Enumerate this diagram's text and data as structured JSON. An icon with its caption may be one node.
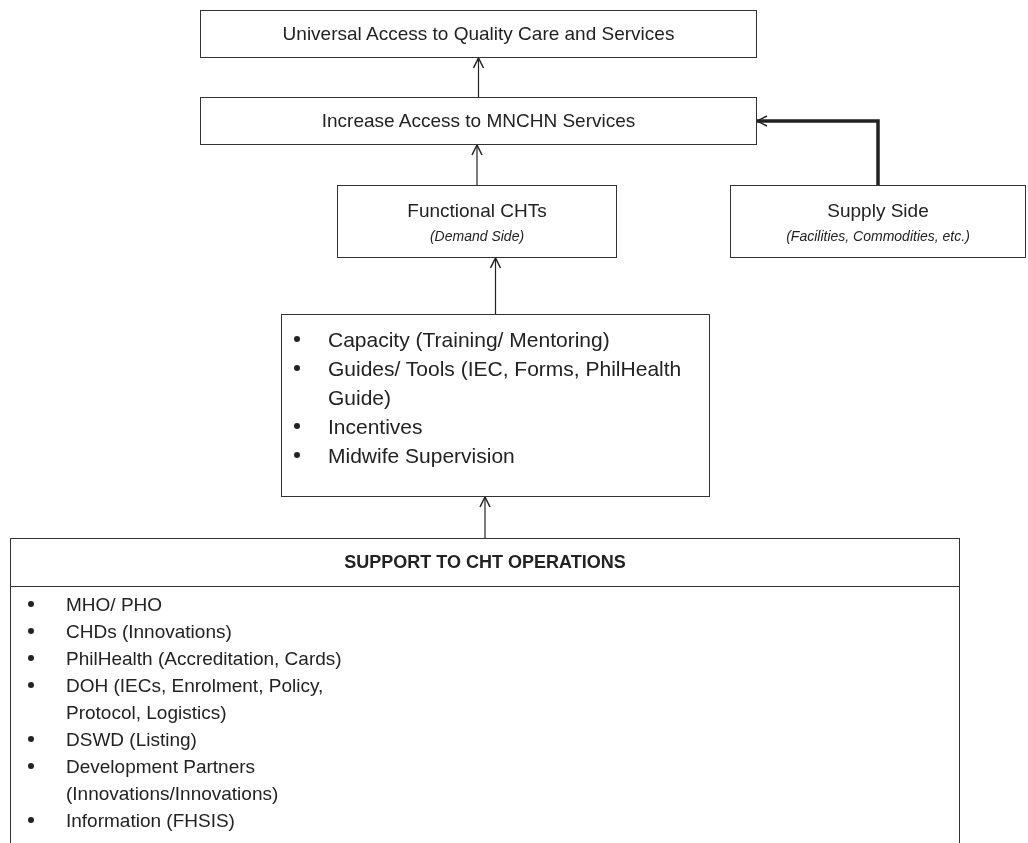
{
  "diagram": {
    "nodes": [
      {
        "text": [
          "Universal Access to Quality Care and Services"
        ]
      },
      {
        "text": [
          "Increase Access to MNCHN Services"
        ]
      },
      {
        "text": [
          "Functional CHTs",
          "(Demand Side)"
        ]
      },
      {
        "text": [
          "Supply Side",
          "(Facilities, Commodities, etc.)"
        ]
      },
      {
        "text": [
          "Capacity (Training/ Mentoring)",
          "Guides/ Tools (IEC, Forms, PhilHealth Guide)",
          "Incentives",
          "Midwife Supervision"
        ]
      },
      {
        "text": [
          "SUPPORT TO CHT OPERATIONS",
          "MHO/ PHO",
          "CHDs (Innovations)",
          "PhilHealth (Accreditation, Cards)",
          "DOH (IECs, Enrolment, Policy, Protocol, Logistics)",
          "DSWD (Listing)",
          "Development Partners (Innovations/Innovations)",
          "Information (FHSIS)"
        ]
      }
    ],
    "edges": [
      {
        "from": 1,
        "to": 0,
        "arrow": "to"
      },
      {
        "from": 2,
        "to": 1,
        "arrow": "to"
      },
      {
        "from": 3,
        "to": 1,
        "arrow": "to",
        "style": "thick"
      },
      {
        "from": 4,
        "to": 2,
        "arrow": "to"
      },
      {
        "from": 5,
        "to": 4,
        "arrow": "to"
      }
    ]
  }
}
